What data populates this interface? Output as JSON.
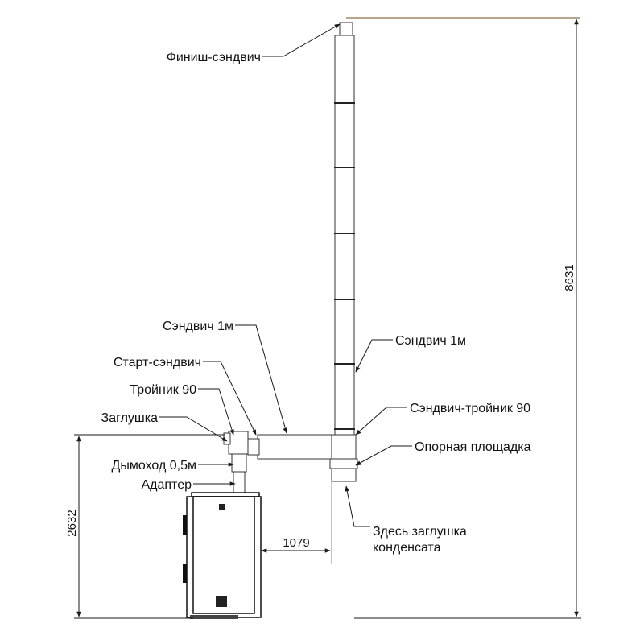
{
  "labels": {
    "finish_sandwich": "Финиш-сэндвич",
    "sandwich_1m_left": "Сэндвич 1м",
    "start_sandwich": "Старт-сэндвич",
    "tee_90": "Тройник 90",
    "plug": "Заглушка",
    "flue_05": "Дымоход 0,5м",
    "adapter": "Адаптер",
    "sandwich_1m_right": "Сэндвич 1м",
    "sandwich_tee_90": "Сэндвич-тройник 90",
    "support_platform": "Опорная площадка",
    "condensate_plug_line1": "Здесь заглушка",
    "condensate_plug_line2": "конденсата"
  },
  "dimensions": {
    "total_height": "8631",
    "boiler_height": "2632",
    "horizontal_offset": "1079"
  },
  "colors": {
    "line": "#1a1a1a",
    "top_line": "#6b4a1e"
  }
}
